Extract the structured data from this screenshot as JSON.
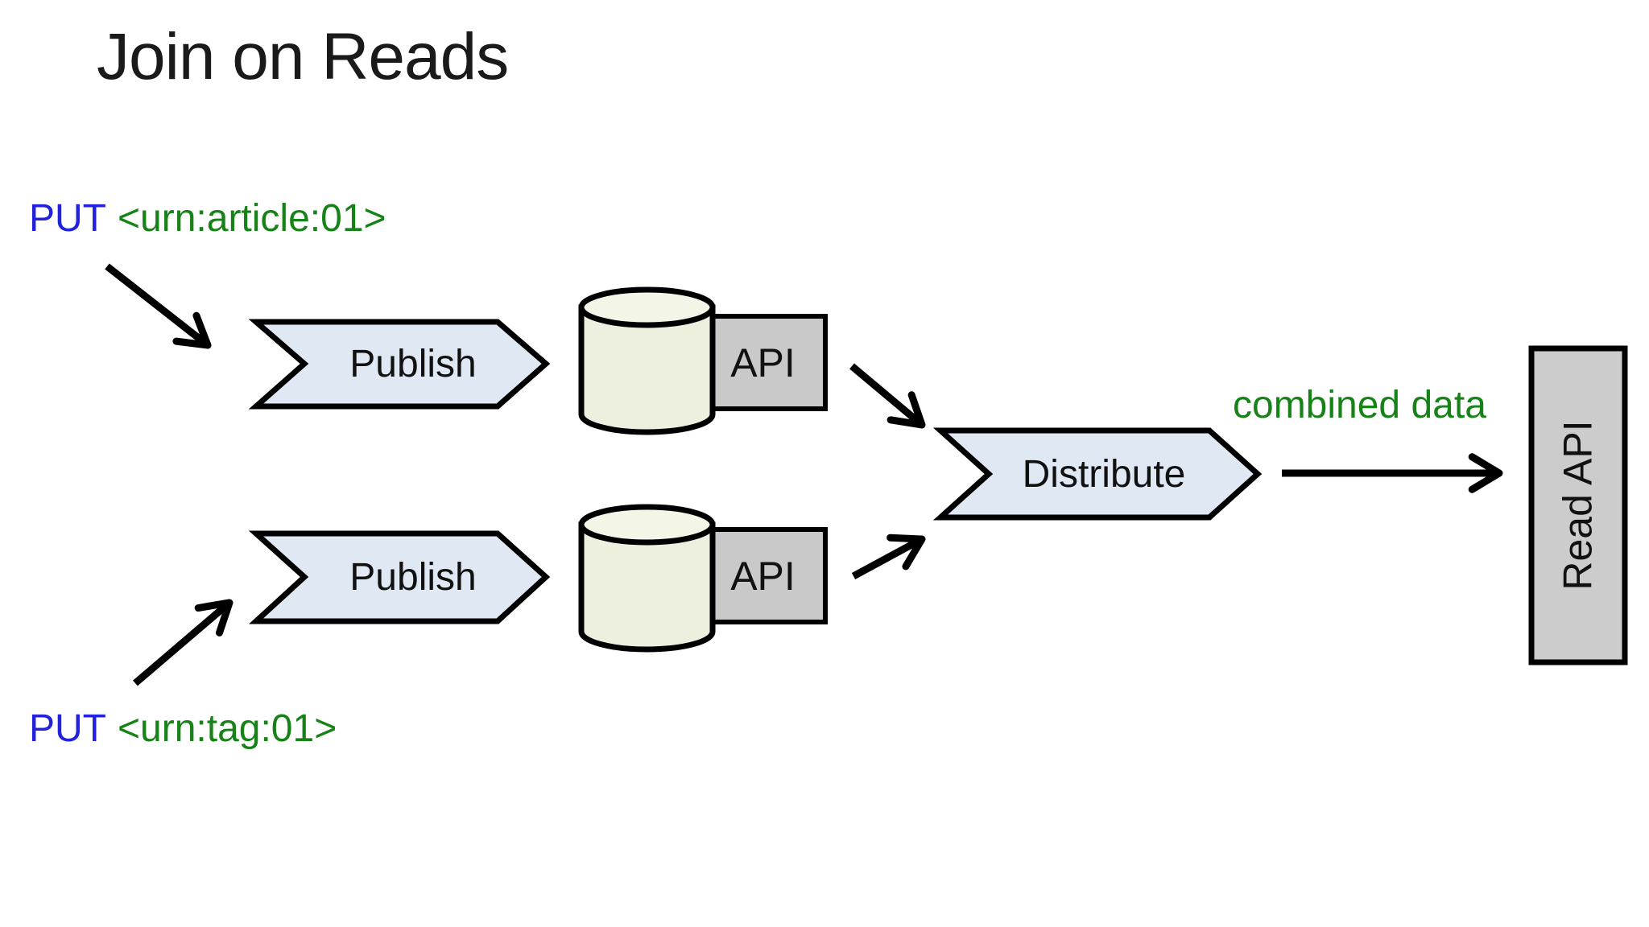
{
  "slide": {
    "title": "Join on Reads",
    "background_color": "#ffffff"
  },
  "annotations": {
    "put_article": {
      "verb": "PUT",
      "resource": "<urn:article:01>"
    },
    "put_tag": {
      "verb": "PUT",
      "resource": "<urn:tag:01>"
    },
    "combined_data": "combined data"
  },
  "nodes": {
    "publish_top": {
      "label": "Publish",
      "shape": "chevron-arrow"
    },
    "publish_bottom": {
      "label": "Publish",
      "shape": "chevron-arrow"
    },
    "store_top": {
      "shape": "database-cylinder"
    },
    "store_bottom": {
      "shape": "database-cylinder"
    },
    "api_top": {
      "label": "API",
      "shape": "rect"
    },
    "api_bottom": {
      "label": "API",
      "shape": "rect"
    },
    "distribute": {
      "label": "Distribute",
      "shape": "chevron-arrow"
    },
    "read_api": {
      "label": "Read API",
      "shape": "vertical-rect"
    }
  },
  "edges": [
    {
      "from": "put_article_annotation",
      "to": "publish_top"
    },
    {
      "from": "put_tag_annotation",
      "to": "publish_bottom"
    },
    {
      "from": "api_top",
      "to": "distribute"
    },
    {
      "from": "api_bottom",
      "to": "distribute"
    },
    {
      "from": "distribute",
      "to": "read_api",
      "label": "combined data"
    }
  ],
  "colors": {
    "chevron_fill": "#dfe8f3",
    "cylinder_fill": "#edefdf",
    "cylinder_top_fill": "#f3f5e7",
    "api_box_fill": "#c9c9c9",
    "read_api_box_fill": "#cccccc",
    "outline": "#000000",
    "put_verb_blue": "#2222dd",
    "resource_green": "#178217",
    "title_text": "#1a1a1a"
  }
}
